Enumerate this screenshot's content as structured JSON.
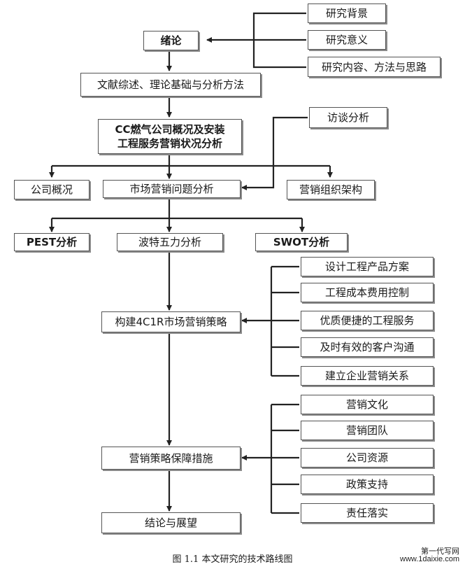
{
  "nodes": {
    "intro": "绪论",
    "background": "研究背景",
    "significance": "研究意义",
    "content": "研究内容、方法与思路",
    "literature": "文献综述、理论基础与分析方法",
    "cc_overview_1": "CC燃气公司概况及安装",
    "cc_overview_2": "工程服务营销状况分析",
    "interview": "访谈分析",
    "company": "公司概况",
    "market_problem": "市场营销问题分析",
    "org": "营销组织架构",
    "pest": "PEST分析",
    "porter": "波特五力分析",
    "swot": "SWOT分析",
    "design": "设计工程产品方案",
    "cost": "工程成本费用控制",
    "service": "优质便捷的工程服务",
    "comm": "及时有效的客户沟通",
    "relation": "建立企业营销关系",
    "strategy": "构建4C1R市场营销策略",
    "culture": "营销文化",
    "team": "营销团队",
    "resource": "公司资源",
    "policy": "政策支持",
    "duty": "责任落实",
    "measures": "营销策略保障措施",
    "conclusion": "结论与展望"
  },
  "caption": "图 1.1  本文研究的技术路线图",
  "watermark_line1": "第一代写网",
  "watermark_line2": "www.1daixie.com"
}
